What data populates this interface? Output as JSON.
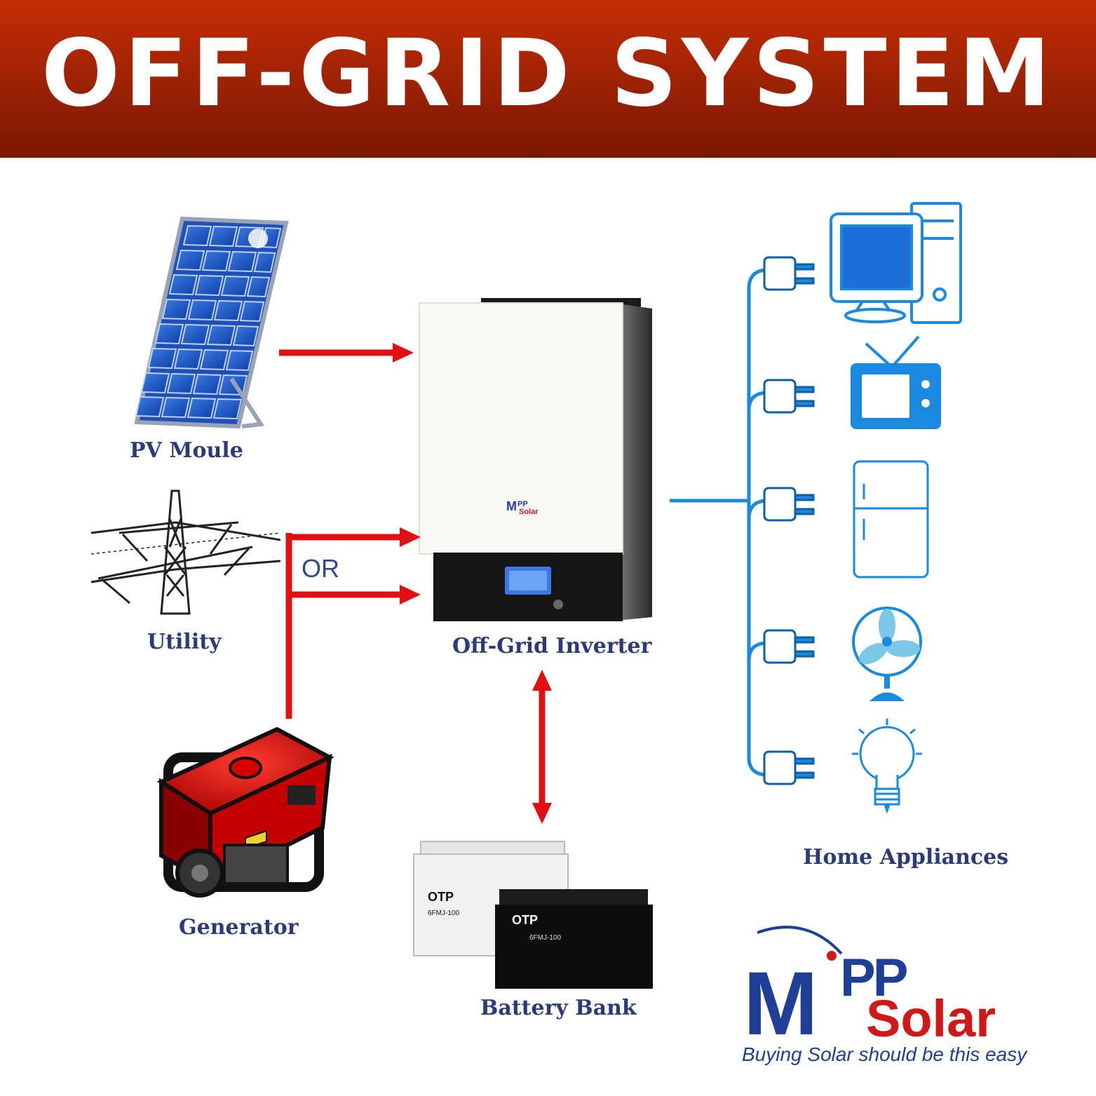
{
  "title": "OFF-GRID SYSTEM",
  "labels": {
    "pv": "PV Moule",
    "utility": "Utility",
    "generator": "Generator",
    "inverter": "Off-Grid Inverter",
    "battery": "Battery Bank",
    "appliances": "Home Appliances",
    "or": "OR"
  },
  "inverter_brand": "MPP Solar",
  "battery_brand": "OTP",
  "battery_model": "6FMJ-100",
  "logo": {
    "letters_blue": "MPP",
    "word_red": "Solar",
    "tagline": "Buying Solar should be this easy"
  },
  "appliances": [
    "computer",
    "tv",
    "fridge",
    "fan",
    "light-bulb"
  ],
  "colors": {
    "banner_top": "#c42d05",
    "banner_bottom": "#7a1703",
    "arrow_red": "#e01010",
    "wire_blue": "#1a8ae0",
    "label_navy": "#2b3a7a"
  }
}
